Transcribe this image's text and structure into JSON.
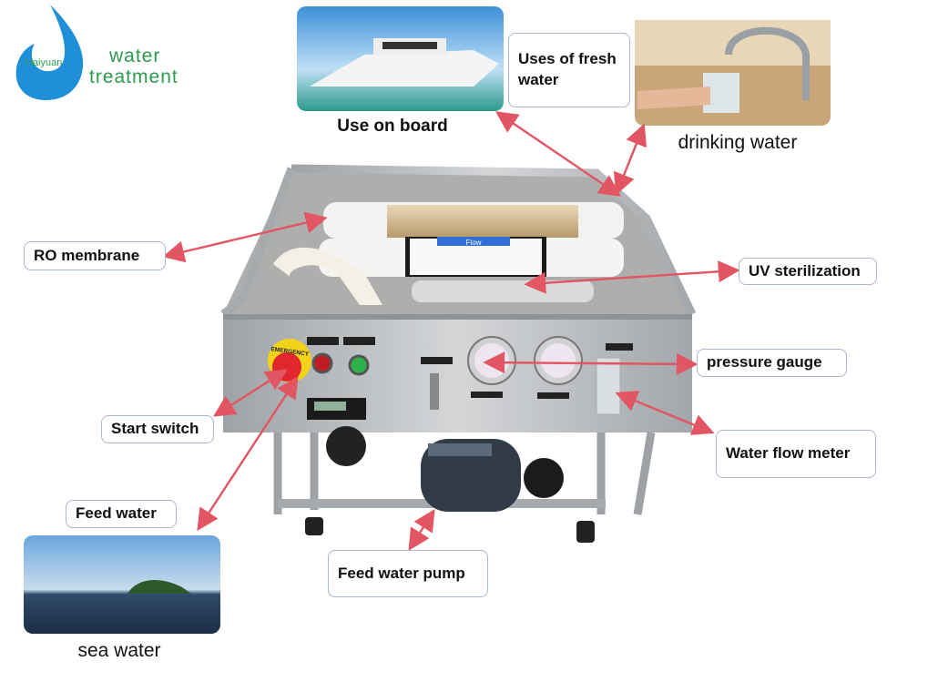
{
  "logo": {
    "brand": "Haiyuan",
    "line1": "water",
    "line2": "treatment"
  },
  "captions": {
    "boat": "Use on board",
    "drinking": "drinking water",
    "sea": "sea water"
  },
  "labels": {
    "uses": "Uses of fresh water",
    "ro": "RO membrane",
    "uv": "UV sterilization",
    "gauge": "pressure gauge",
    "start": "Start switch",
    "flow": "Water flow meter",
    "feed": "Feed water",
    "pump": "Feed water pump"
  },
  "machine_text": {
    "emergency": "EMERGENCY",
    "flow_tag": "Flow"
  },
  "colors": {
    "arrow": "#e25562",
    "logo_blue": "#1e8fd8",
    "logo_green": "#2e9a4e",
    "steel": "#b9bcc0"
  }
}
